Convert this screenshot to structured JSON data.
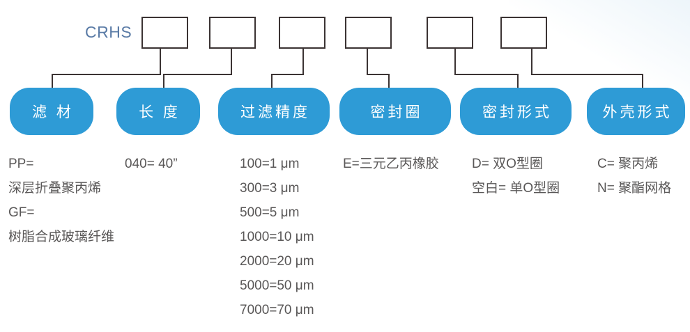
{
  "title_code": "CRHS",
  "colors": {
    "accent": "#2e9bd6",
    "line": "#3b3333",
    "text": "#595757",
    "code": "#5a7ba6"
  },
  "pills": [
    {
      "label": "滤 材"
    },
    {
      "label": "长 度"
    },
    {
      "label": "过滤精度"
    },
    {
      "label": "密封圈"
    },
    {
      "label": "密封形式"
    },
    {
      "label": "外壳形式"
    }
  ],
  "legend_columns": [
    {
      "rows": [
        "PP=",
        "深层折叠聚丙烯",
        "GF=",
        "树脂合成玻璃纤维"
      ]
    },
    {
      "rows": [
        "040= 40”"
      ]
    },
    {
      "rows": [
        "100=1 μm",
        "300=3 μm",
        "500=5 μm",
        "1000=10 μm",
        "2000=20 μm",
        "5000=50 μm",
        "7000=70 μm"
      ]
    },
    {
      "rows": [
        "E=三元乙丙橡胶"
      ]
    },
    {
      "rows": [
        "D= 双O型圈",
        "空白= 单O型圈"
      ]
    },
    {
      "rows": [
        "C= 聚丙烯",
        "N= 聚酯网格"
      ]
    }
  ]
}
